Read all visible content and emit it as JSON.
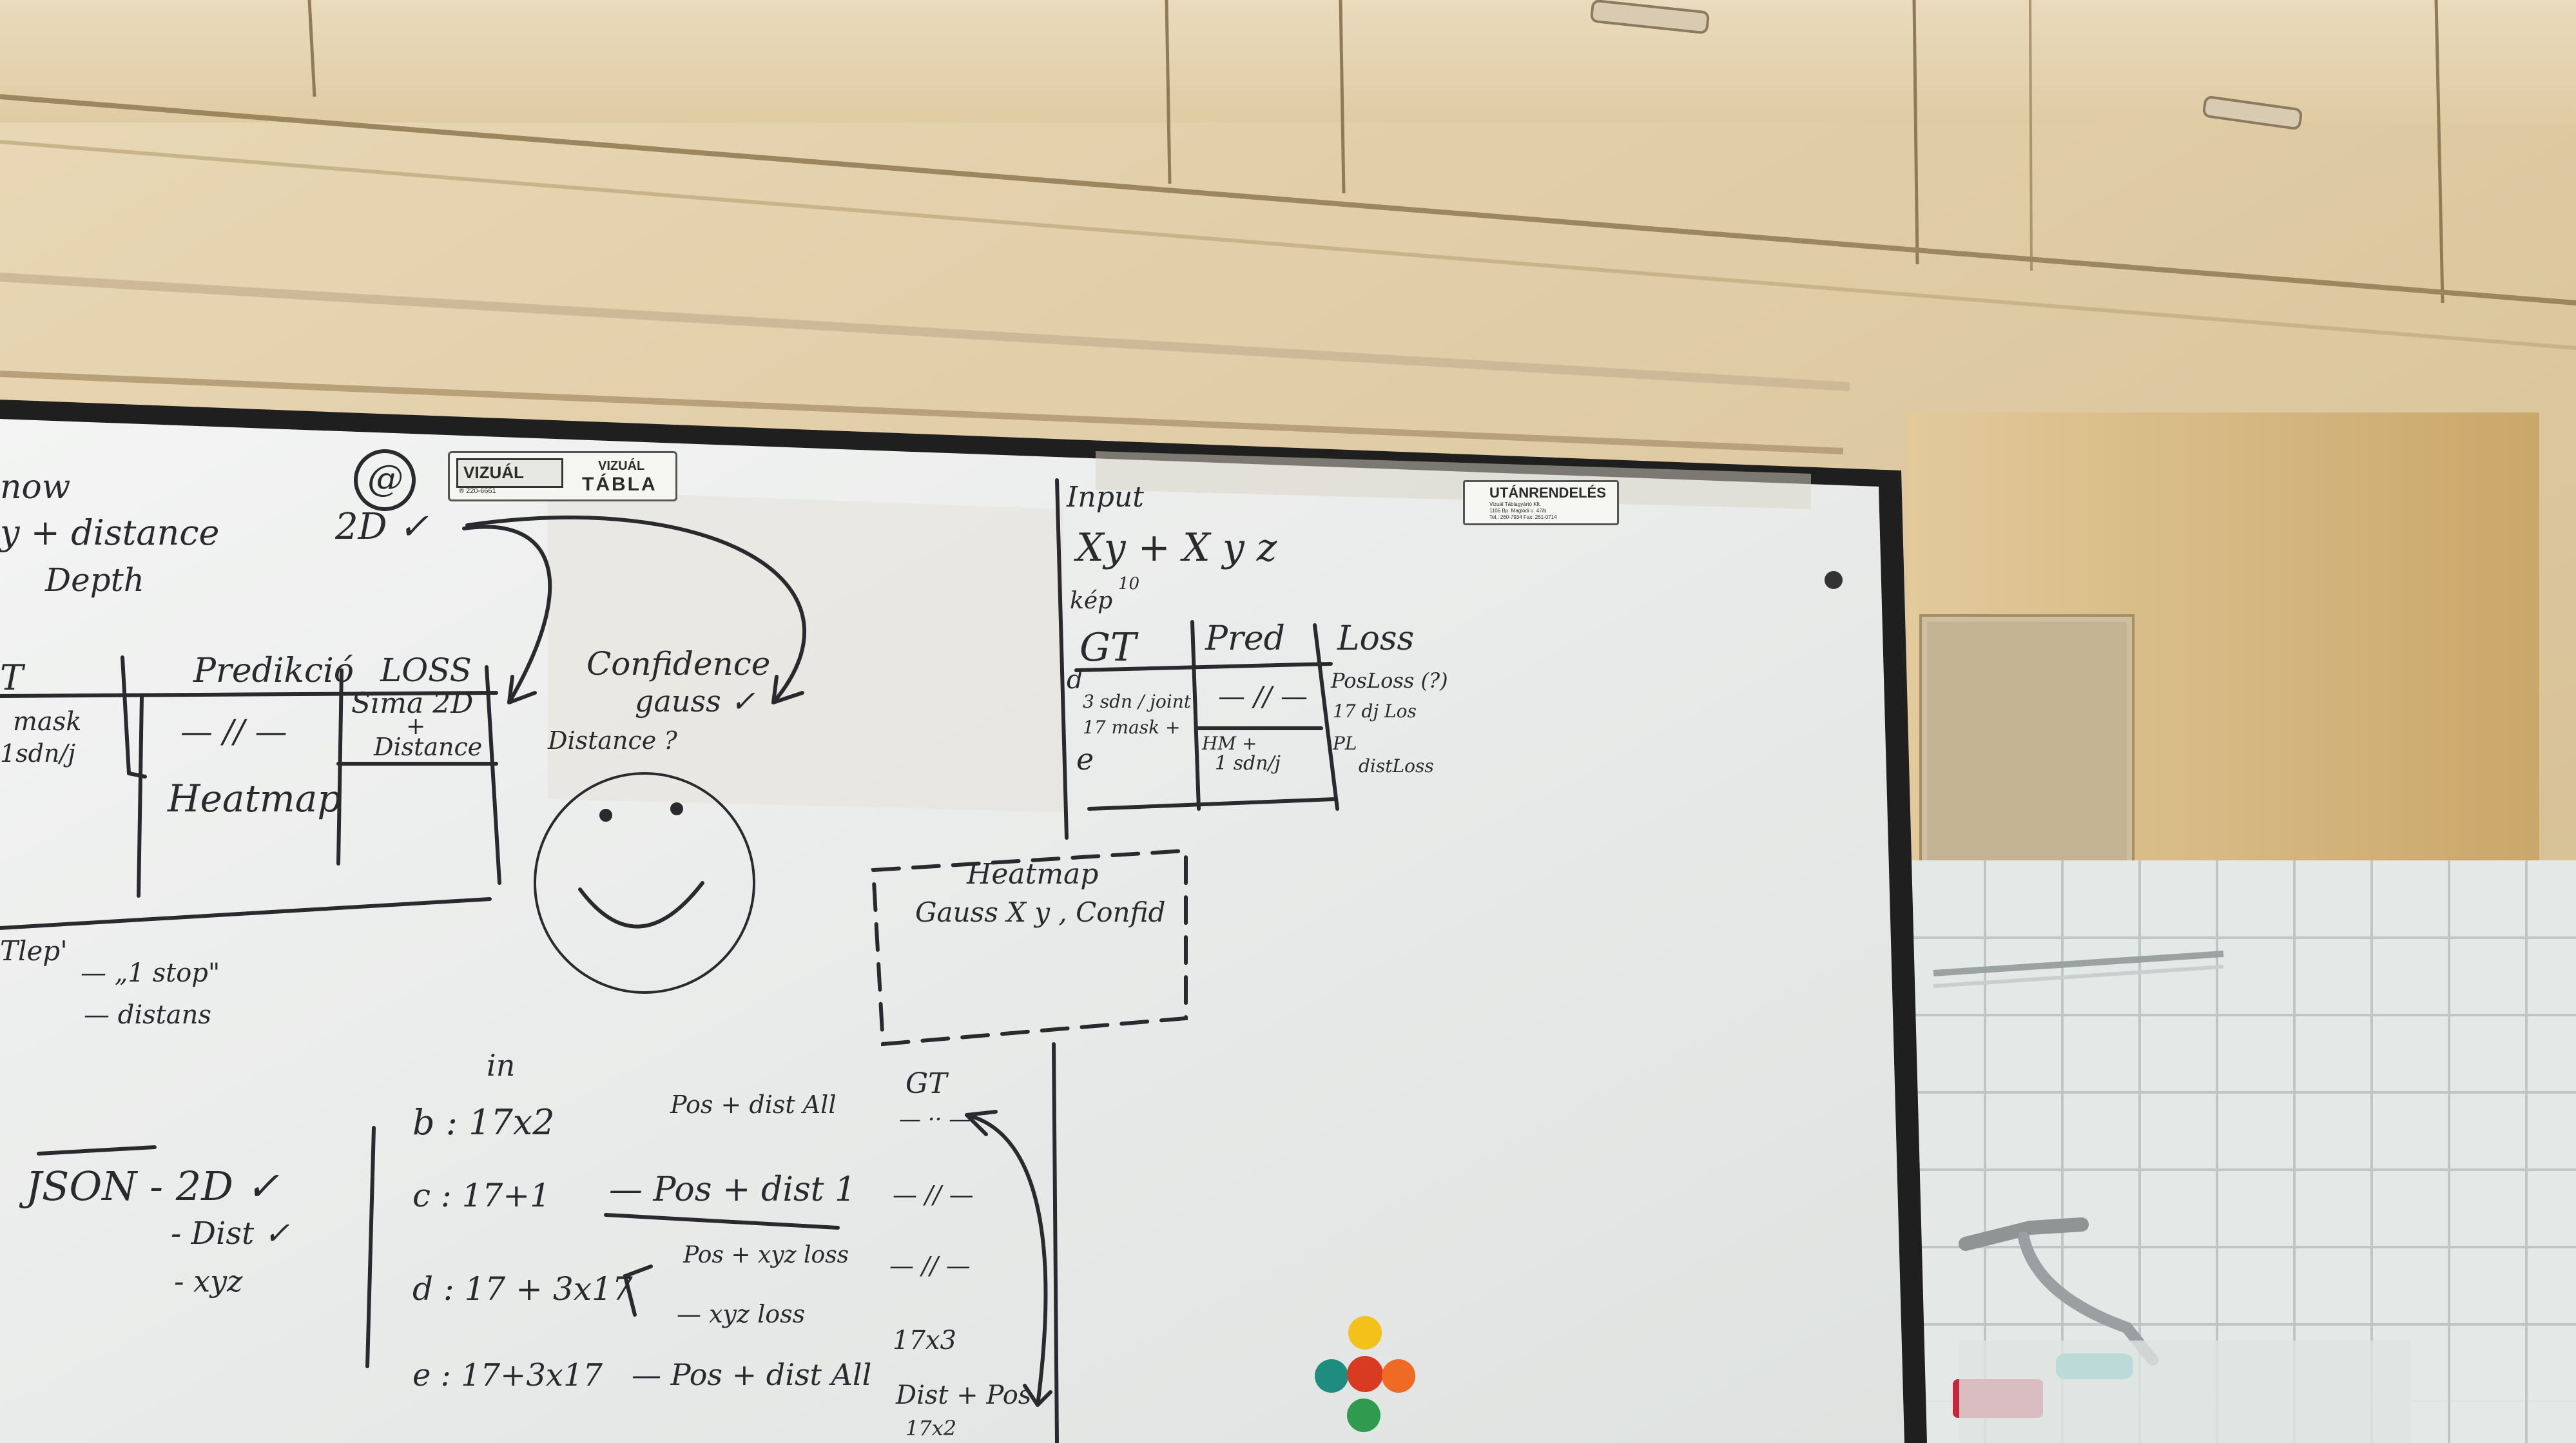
{
  "brand": {
    "logo": "VIZUÁL",
    "logo_sub": "® 220-6661",
    "name_line1": "VIZUÁL",
    "name_line2": "TÁBLA",
    "sticker_title": "UTÁNRENDELÉS",
    "sticker_lines": [
      "Vizuál Táblagyártó Kft.",
      "1106 Bp. Maglódi u. 47/b",
      "Tel.: 260-7934  Fax: 261-0714"
    ]
  },
  "board_left": {
    "line1": "now",
    "line2": "y + distance",
    "line3": "Depth",
    "at_sign": "@",
    "twod": "2D ✓",
    "table_h1": "T",
    "table_h2": "Predikció",
    "table_h3": "LOSS",
    "row1_c1": "mask",
    "row1_c1b": "1sdn/j",
    "row1_c2": "— // —",
    "row1_c3a": "Sima 2D",
    "row1_c3b": "+",
    "row1_c3c": "Distance",
    "row2_c2": "Heatmap",
    "confidence": "Confidence",
    "gauss": "gauss ✓",
    "distance_q": "Distance ?",
    "tlep": "Tlep'",
    "tlep_1": "— „1 stop\"",
    "tlep_2": "— distans"
  },
  "board_input": {
    "title": "Input",
    "formula": "Xy + X y z",
    "sub": "10",
    "kep": "kép",
    "h_gt": "GT",
    "h_pred": "Pred",
    "h_loss": "Loss",
    "d_label": "d",
    "e_label": "e",
    "gt_1": "3 sdn / joint",
    "gt_2": "17 mask +",
    "pred_1": "— // —",
    "pred_2": "HM +",
    "pred_3": "1 sdn/j",
    "loss_1": "PosLoss (?)",
    "loss_2": "17 dj Los",
    "loss_3": "PL",
    "loss_4": "distLoss",
    "box_title": "Heatmap",
    "box_text": "Gauss X y , Confid"
  },
  "board_bottom": {
    "json": "JSON - 2D ✓",
    "json_dist": "- Dist ✓",
    "json_xyz": "- xyz",
    "in_label": "in",
    "gt_label": "GT",
    "b_row": "b : 17x2",
    "b_desc": "Pos + dist All",
    "b_gt": "— ·· —",
    "c_row": "c : 17+1",
    "c_desc": "— Pos + dist 1",
    "c_gt": "— // —",
    "d_row": "d : 17 + 3x17",
    "d_desc1": "Pos + xyz loss",
    "d_desc2": "— xyz loss",
    "d_gt": "— // —",
    "e_row": "e : 17+3x17",
    "e_desc": "— Pos + dist All",
    "e_gt1": "17x3",
    "e_gt2": "Dist + Pos",
    "e_gt3": "17x2"
  },
  "colors": {
    "wall": "#e6d5b3",
    "cabinet": "#ead9b8",
    "whiteboard": "#eceeed",
    "frame": "#1c1c1c",
    "tile": "#dfe4e3",
    "marker": "#2a2a2e",
    "magnet_yellow": "#f2c21b",
    "magnet_red": "#d93a22",
    "magnet_orange": "#ef6a25",
    "magnet_teal": "#1e8c7f",
    "magnet_green": "#2f9b4e"
  }
}
